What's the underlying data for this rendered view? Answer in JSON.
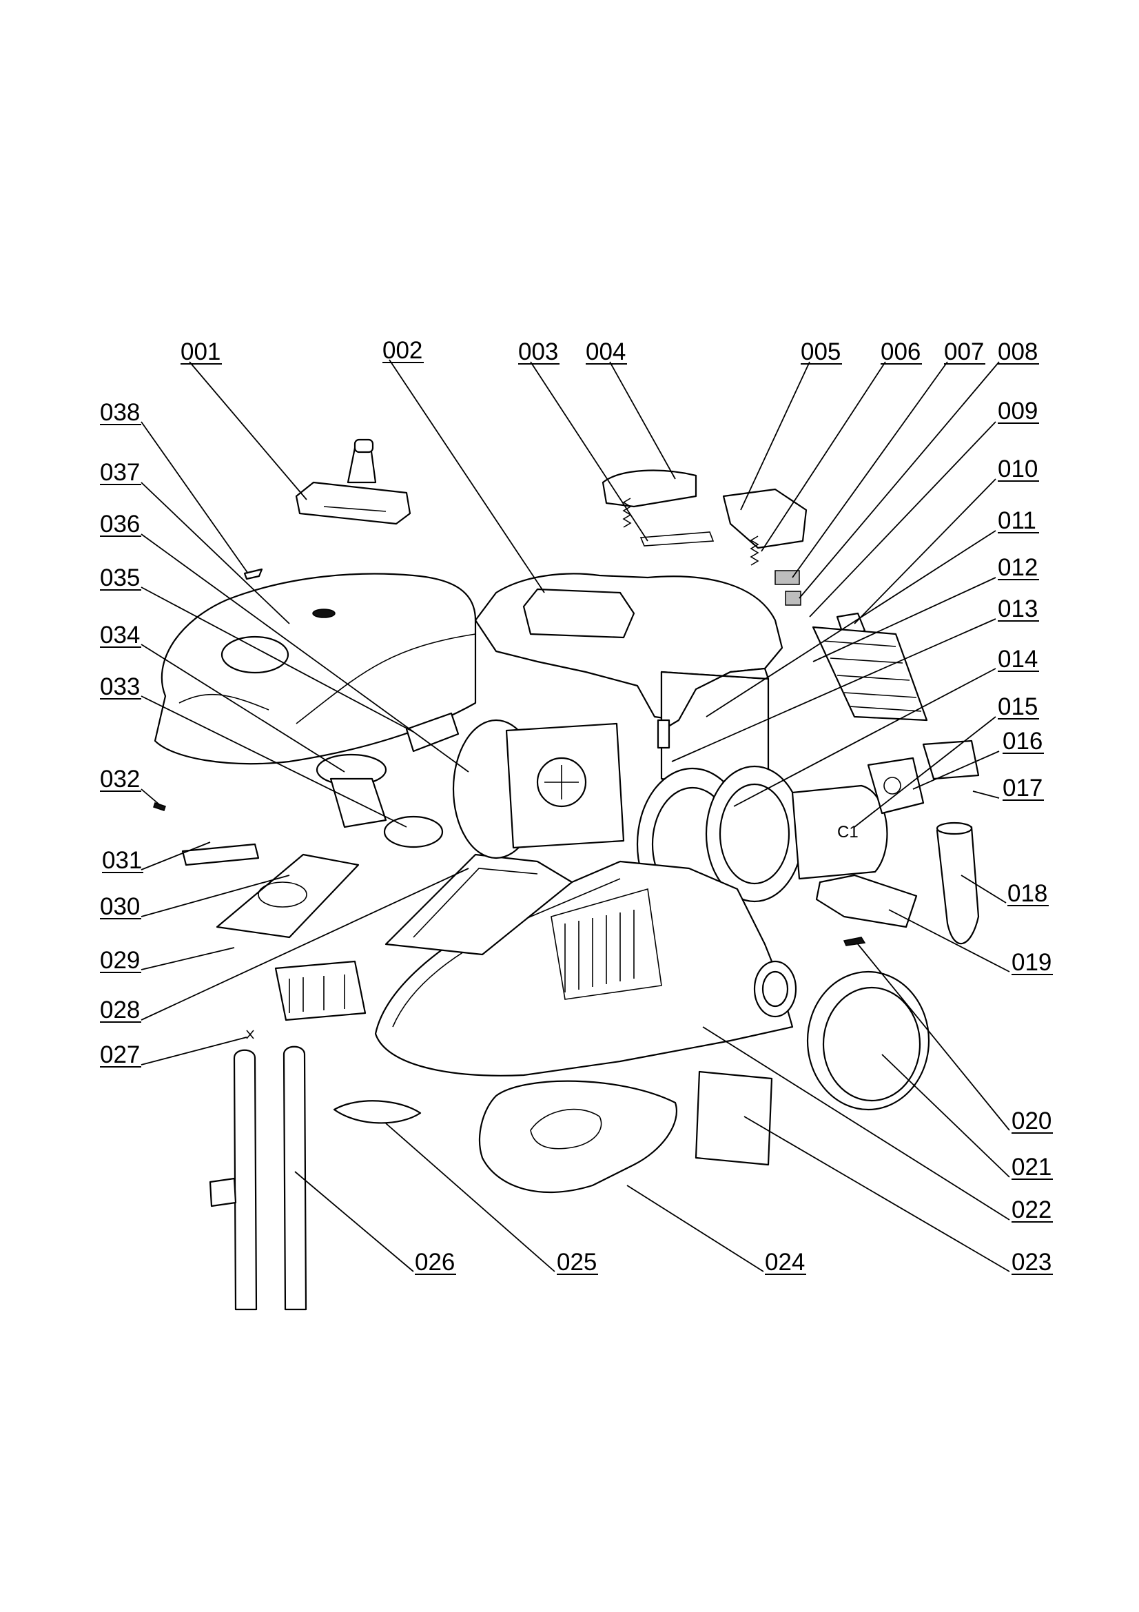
{
  "callouts": [
    {
      "id": "001",
      "label": "001"
    },
    {
      "id": "002",
      "label": "002"
    },
    {
      "id": "003",
      "label": "003"
    },
    {
      "id": "004",
      "label": "004"
    },
    {
      "id": "005",
      "label": "005"
    },
    {
      "id": "006",
      "label": "006"
    },
    {
      "id": "007",
      "label": "007"
    },
    {
      "id": "008",
      "label": "008"
    },
    {
      "id": "009",
      "label": "009"
    },
    {
      "id": "010",
      "label": "010"
    },
    {
      "id": "011",
      "label": "011"
    },
    {
      "id": "012",
      "label": "012"
    },
    {
      "id": "013",
      "label": "013"
    },
    {
      "id": "014",
      "label": "014"
    },
    {
      "id": "015",
      "label": "015"
    },
    {
      "id": "016",
      "label": "016"
    },
    {
      "id": "017",
      "label": "017"
    },
    {
      "id": "018",
      "label": "018"
    },
    {
      "id": "019",
      "label": "019"
    },
    {
      "id": "020",
      "label": "020"
    },
    {
      "id": "021",
      "label": "021"
    },
    {
      "id": "022",
      "label": "022"
    },
    {
      "id": "023",
      "label": "023"
    },
    {
      "id": "024",
      "label": "024"
    },
    {
      "id": "025",
      "label": "025"
    },
    {
      "id": "026",
      "label": "026"
    },
    {
      "id": "027",
      "label": "027"
    },
    {
      "id": "028",
      "label": "028"
    },
    {
      "id": "029",
      "label": "029"
    },
    {
      "id": "030",
      "label": "030"
    },
    {
      "id": "031",
      "label": "031"
    },
    {
      "id": "032",
      "label": "032"
    },
    {
      "id": "033",
      "label": "033"
    },
    {
      "id": "034",
      "label": "034"
    },
    {
      "id": "035",
      "label": "035"
    },
    {
      "id": "036",
      "label": "036"
    },
    {
      "id": "037",
      "label": "037"
    },
    {
      "id": "038",
      "label": "038"
    }
  ],
  "part_marks": {
    "motor_mark": "C1"
  }
}
